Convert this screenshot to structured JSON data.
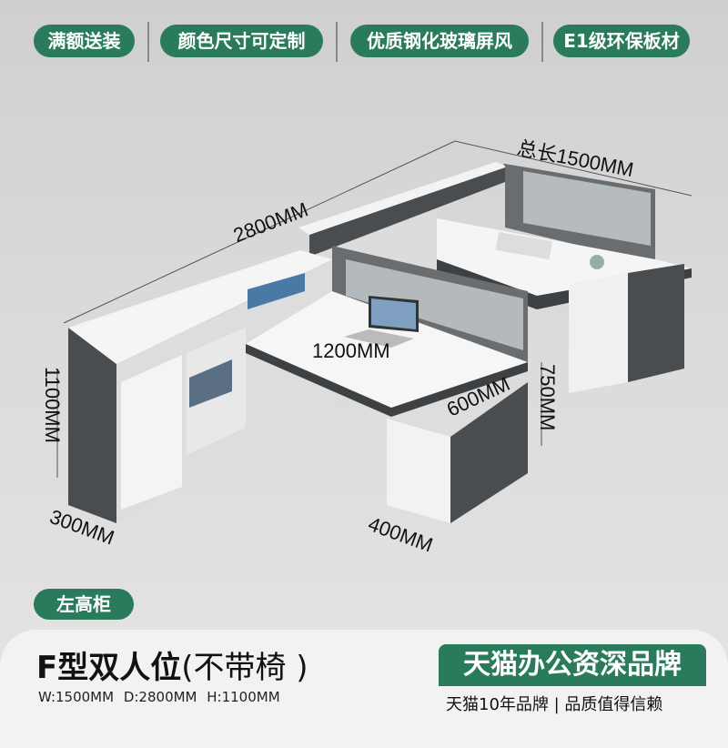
{
  "features": [
    "满额送装",
    "颜色尺寸可定制",
    "优质钢化玻璃屏风",
    "E1级环保板材"
  ],
  "dimensions": {
    "total_length": "总长1500MM",
    "length": "2800MM",
    "desk_width": "1200MM",
    "desk_depth": "600MM",
    "desk_height": "750MM",
    "cabinet_height": "1100MM",
    "cabinet_depth": "300MM",
    "pedestal_depth": "400MM"
  },
  "variant_tag": "左高柜",
  "product": {
    "title_bold": "F型双人位",
    "title_note": "(不带椅 )",
    "specs": "W:1500MM  D:2800MM  H:1100MM"
  },
  "brand": {
    "headline": "天猫办公资深品牌",
    "subline": "天猫10年品牌 | 品质值得信赖"
  },
  "colors": {
    "accent": "#2a7a5c",
    "frame": "#4a4d50",
    "surface": "#f4f4f4"
  }
}
